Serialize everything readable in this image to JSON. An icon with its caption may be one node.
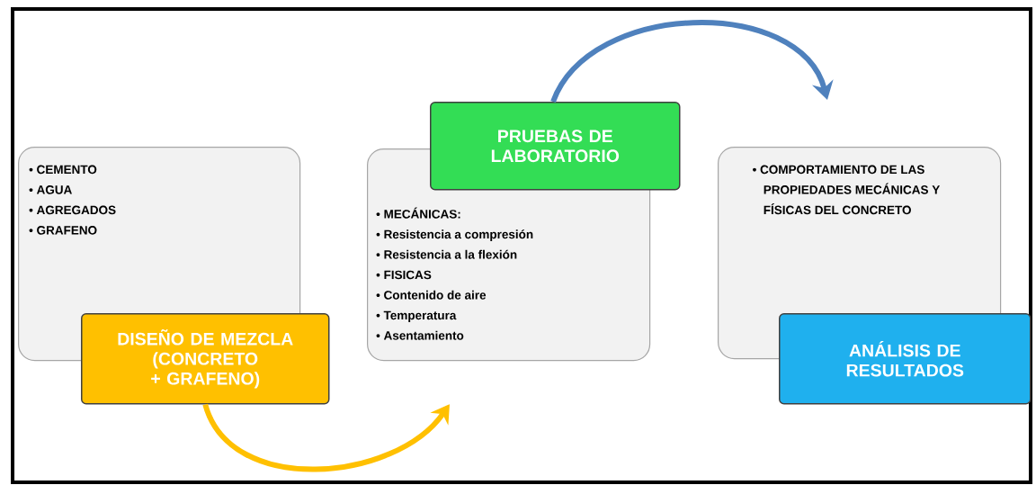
{
  "diagram": {
    "nodes": [
      {
        "text": [
          "• CEMENTO",
          "• AGUA",
          "• AGREGADOS",
          "• GRAFENO"
        ]
      },
      {
        "text": [
          "DISEÑO DE MEZCLA (CONCRETO + GRAFENO)"
        ]
      },
      {
        "text": [
          "PRUEBAS DE LABORATORIO"
        ]
      },
      {
        "text": [
          "• MECÁNICAS:",
          "• Resistencia a compresión",
          "• Resistencia a la flexión",
          "• FISICAS",
          "• Contenido de aire",
          "• Temperatura",
          "• Asentamiento"
        ]
      },
      {
        "text": [
          "• COMPORTAMIENTO DE LAS PROPIEDADES MECÁNICAS Y FÍSICAS DEL CONCRETO"
        ]
      },
      {
        "text": [
          "ANÁLISIS DE RESULTADOS"
        ]
      }
    ],
    "edges": [
      {
        "from": 1,
        "to": 3,
        "arrow": "to",
        "color": "#ffc000"
      },
      {
        "from": 2,
        "to": 4,
        "arrow": "to",
        "color": "#4f81bd"
      }
    ]
  }
}
